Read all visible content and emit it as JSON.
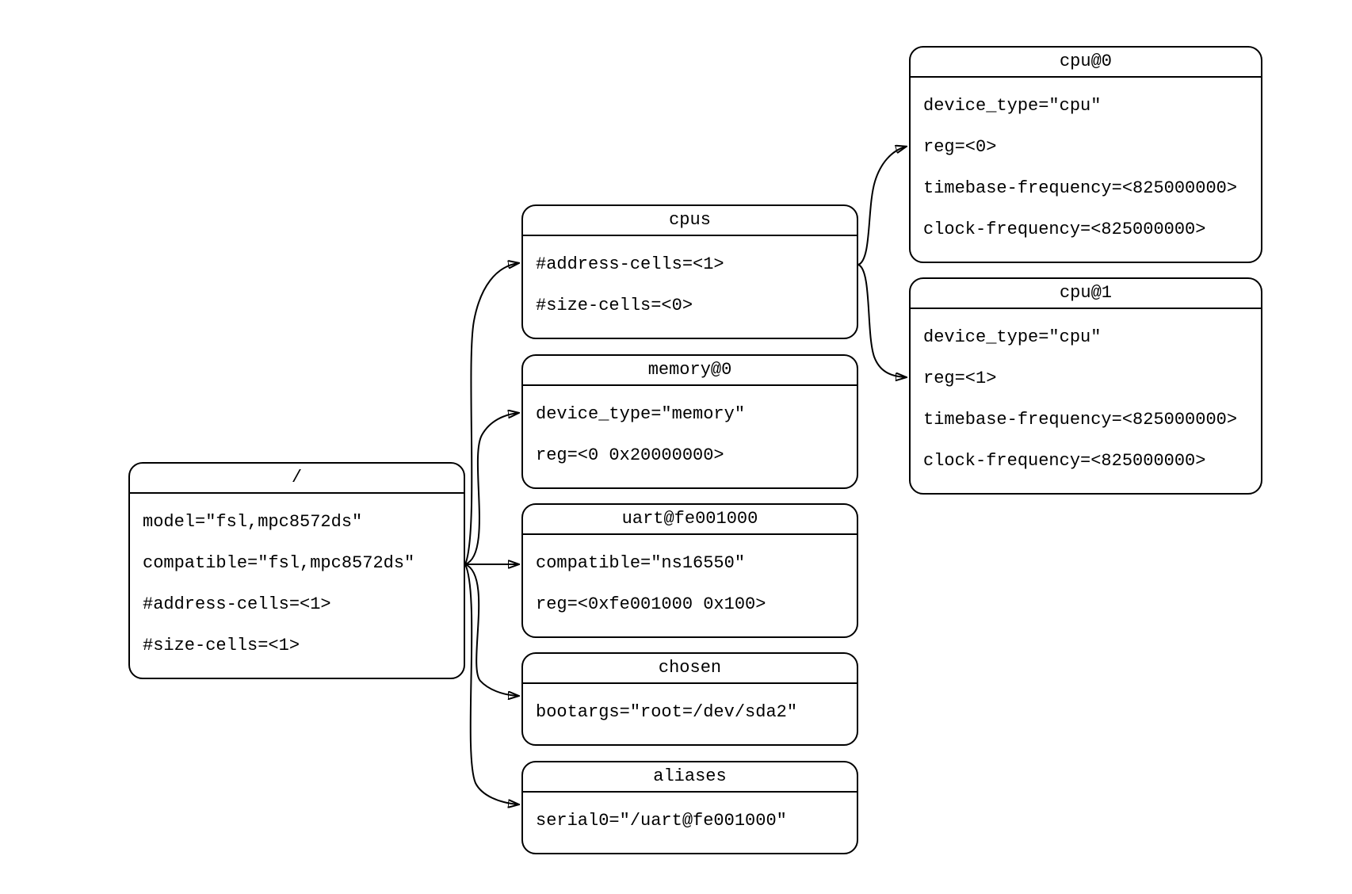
{
  "diagram": {
    "kind": "device-tree-graph",
    "colors": {
      "background": "#ffffff",
      "node_border": "#000000",
      "edge": "#000000",
      "text": "#000000"
    }
  },
  "nodes": {
    "root": {
      "title": "/",
      "props": [
        "model=\"fsl,mpc8572ds\"",
        "compatible=\"fsl,mpc8572ds\"",
        "#address-cells=<1>",
        "#size-cells=<1>"
      ]
    },
    "cpus": {
      "title": "cpus",
      "props": [
        "#address-cells=<1>",
        "#size-cells=<0>"
      ]
    },
    "memory": {
      "title": "memory@0",
      "props": [
        "device_type=\"memory\"",
        "reg=<0 0x20000000>"
      ]
    },
    "uart": {
      "title": "uart@fe001000",
      "props": [
        "compatible=\"ns16550\"",
        "reg=<0xfe001000 0x100>"
      ]
    },
    "chosen": {
      "title": "chosen",
      "props": [
        "bootargs=\"root=/dev/sda2\""
      ]
    },
    "aliases": {
      "title": "aliases",
      "props": [
        "serial0=\"/uart@fe001000\""
      ]
    },
    "cpu0": {
      "title": "cpu@0",
      "props": [
        "device_type=\"cpu\"",
        "reg=<0>",
        "timebase-frequency=<825000000>",
        "clock-frequency=<825000000>"
      ]
    },
    "cpu1": {
      "title": "cpu@1",
      "props": [
        "device_type=\"cpu\"",
        "reg=<1>",
        "timebase-frequency=<825000000>",
        "clock-frequency=<825000000>"
      ]
    }
  },
  "edges": [
    {
      "from": "/",
      "to": "cpus"
    },
    {
      "from": "/",
      "to": "memory@0"
    },
    {
      "from": "/",
      "to": "uart@fe001000"
    },
    {
      "from": "/",
      "to": "chosen"
    },
    {
      "from": "/",
      "to": "aliases"
    },
    {
      "from": "cpus",
      "to": "cpu@0"
    },
    {
      "from": "cpus",
      "to": "cpu@1"
    }
  ]
}
